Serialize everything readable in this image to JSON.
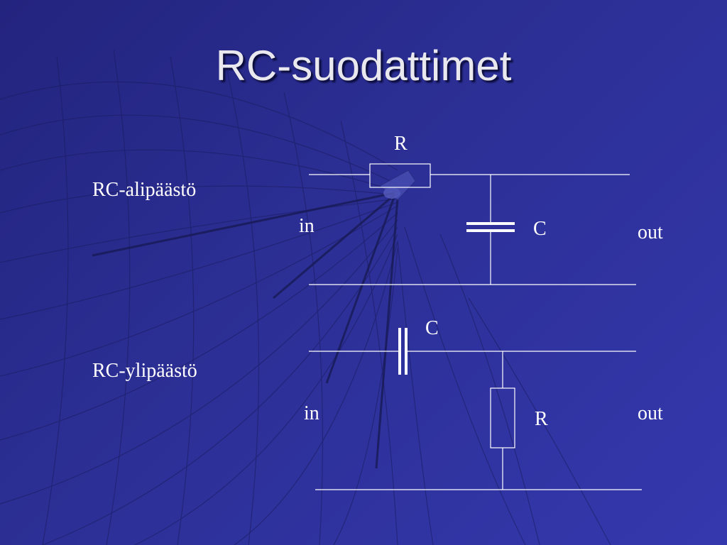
{
  "slide": {
    "title": "RC-suodattimet"
  },
  "lowpass": {
    "name": "RC-alipäästö",
    "r_label": "R",
    "c_label": "C",
    "in_label": "in",
    "out_label": "out"
  },
  "highpass": {
    "name": "RC-ylipäästö",
    "r_label": "R",
    "c_label": "C",
    "in_label": "in",
    "out_label": "out"
  },
  "colors": {
    "background": "#2c2f95",
    "lines": "#ffffff",
    "title": "#e8e8ee"
  }
}
